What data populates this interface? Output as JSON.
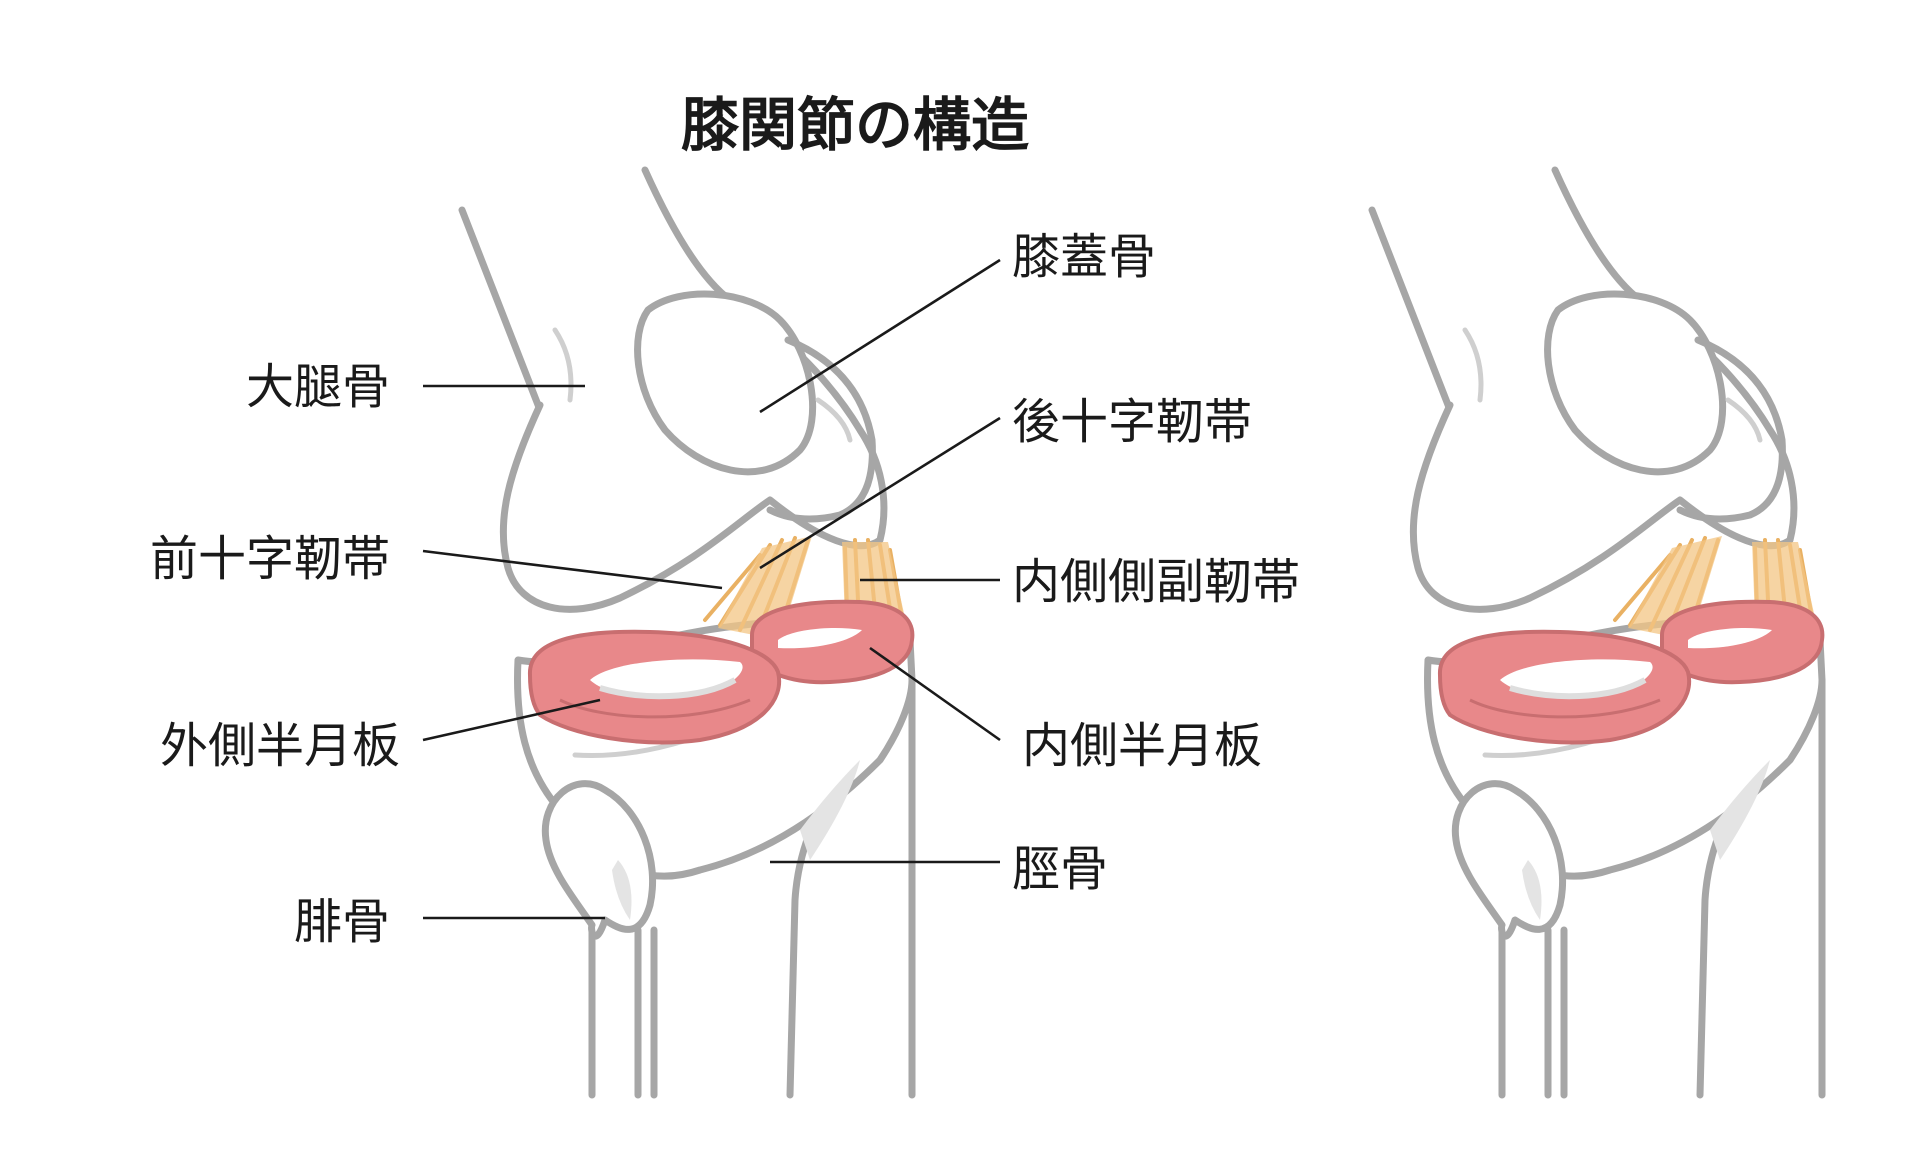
{
  "title": "膝関節の構造",
  "labels": {
    "patella": "膝蓋骨",
    "femur": "大腿骨",
    "pcl": "後十字靭帯",
    "acl": "前十字靭帯",
    "mcl": "内側側副靭帯",
    "lateral_meniscus": "外側半月板",
    "medial_meniscus": "内側半月板",
    "fibula": "腓骨",
    "tibia": "脛骨"
  },
  "colors": {
    "bone_outline": "#a6a6a6",
    "meniscus_fill": "#e8888a",
    "meniscus_outline": "#c86e70",
    "ligament": "#f3c684",
    "leader_line": "#1a1a1a"
  }
}
